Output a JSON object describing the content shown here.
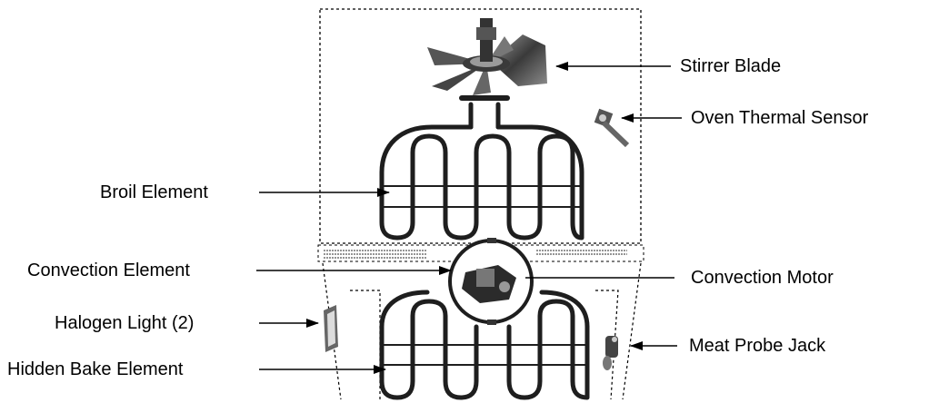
{
  "labels": {
    "stirrer_blade": "Stirrer Blade",
    "oven_thermal_sensor": "Oven Thermal Sensor",
    "broil_element": "Broil Element",
    "convection_element": "Convection Element",
    "convection_motor": "Convection Motor",
    "halogen_light": "Halogen Light (2)",
    "meat_probe_jack": "Meat Probe Jack",
    "hidden_bake_element": "Hidden Bake Element"
  },
  "colors": {
    "line": "#000000",
    "part_dark": "#2b2b2b",
    "part_mid": "#8a8a8a",
    "part_light": "#c8c8c8"
  }
}
